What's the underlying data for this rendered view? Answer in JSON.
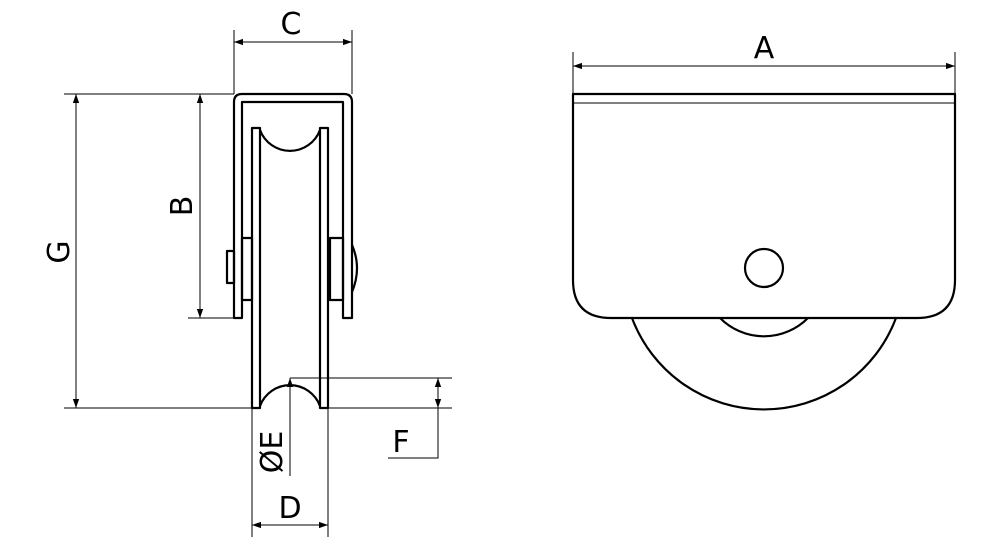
{
  "labels": {
    "a": "A",
    "b": "B",
    "c": "C",
    "d": "D",
    "e": "ØE",
    "f": "F",
    "g": "G"
  },
  "colors": {
    "line": "#000000",
    "background": "#ffffff"
  }
}
